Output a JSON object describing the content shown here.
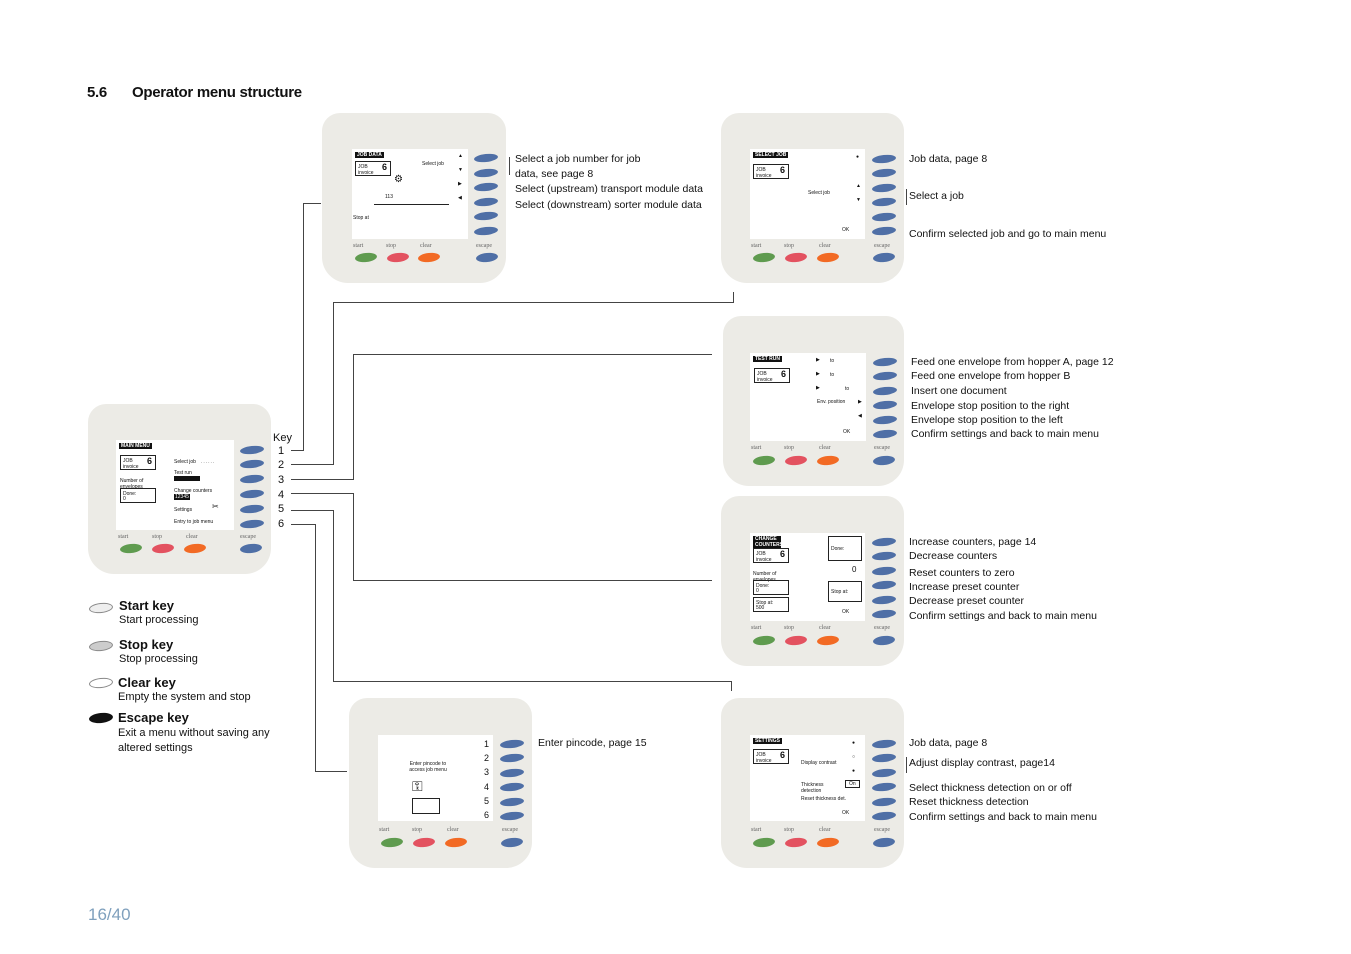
{
  "page": {
    "section_number": "5.6",
    "section_title": "Operator menu structure",
    "page_number": "16/40"
  },
  "panel_labels": {
    "start": "start",
    "stop": "stop",
    "clear": "clear",
    "escape": "escape"
  },
  "main_menu": {
    "title": "MAIN MENU",
    "job_label": "JOB\ninvoice",
    "job_number": "6",
    "envelopes_label": "Number of envelopes",
    "done_label": "Done:",
    "done_value": "0",
    "items": [
      "Select job",
      "Test run",
      "Change counters",
      "Settings",
      "Entry to job menu"
    ],
    "counter_value": "12345"
  },
  "key_block": {
    "title": "Key",
    "numbers": [
      "1",
      "2",
      "3",
      "4",
      "5",
      "6"
    ]
  },
  "legend": [
    {
      "title": "Start key",
      "desc": "Start processing"
    },
    {
      "title": "Stop key",
      "desc": "Stop processing"
    },
    {
      "title": "Clear key",
      "desc": "Empty the system and stop"
    },
    {
      "title": "Escape key",
      "desc": "Exit a menu without saving any altered settings"
    }
  ],
  "job_data": {
    "title": "JOB DATA",
    "select_job": "Select job",
    "stop_at": "Stop at",
    "counter": "113",
    "desc": [
      "Select a job number for job data, see page 8",
      "Select (upstream) transport module data",
      "Select (downstream) sorter module data"
    ]
  },
  "select_job": {
    "title": "SELECT JOB",
    "select_label": "Select job",
    "ok": "OK",
    "desc": [
      "Job data, page 8",
      "Select a job",
      "Confirm selected job and go to main menu"
    ]
  },
  "test_run": {
    "title": "TEST RUN",
    "to": "to",
    "env_position": "Env. position",
    "ok": "OK",
    "desc": [
      "Feed one envelope from hopper A, page 12",
      "Feed one envelope from hopper B",
      "Insert one document",
      "Envelope stop position to the right",
      "Envelope stop position to the left",
      "Confirm settings and back to main menu"
    ]
  },
  "change_counters": {
    "title": "CHANGE COUNTERS",
    "done_label": "Done:",
    "stop_at_label": "Stop at:",
    "stop_at_value": "500",
    "reset_value": "0",
    "ok": "OK",
    "desc": [
      "Increase counters, page 14",
      "Decrease counters",
      "Reset counters to zero",
      "Increase preset counter",
      "Decrease preset counter",
      "Confirm settings and back to main menu"
    ]
  },
  "pincode": {
    "prompt": "Enter pincode to access job menu",
    "numbers": [
      "1",
      "2",
      "3",
      "4",
      "5",
      "6"
    ],
    "desc": "Enter pincode, page 15"
  },
  "settings": {
    "title": "SETTINGS",
    "display_contrast": "Display contrast",
    "thickness_detection": "Thickness detection",
    "on_label": "On",
    "reset_thickness": "Reset thickness det.",
    "ok": "OK",
    "desc": [
      "Job data, page 8",
      "Adjust display contrast, page14",
      "Select thickness detection on or off",
      "Reset thickness detection",
      "Confirm settings and back to main menu"
    ]
  }
}
